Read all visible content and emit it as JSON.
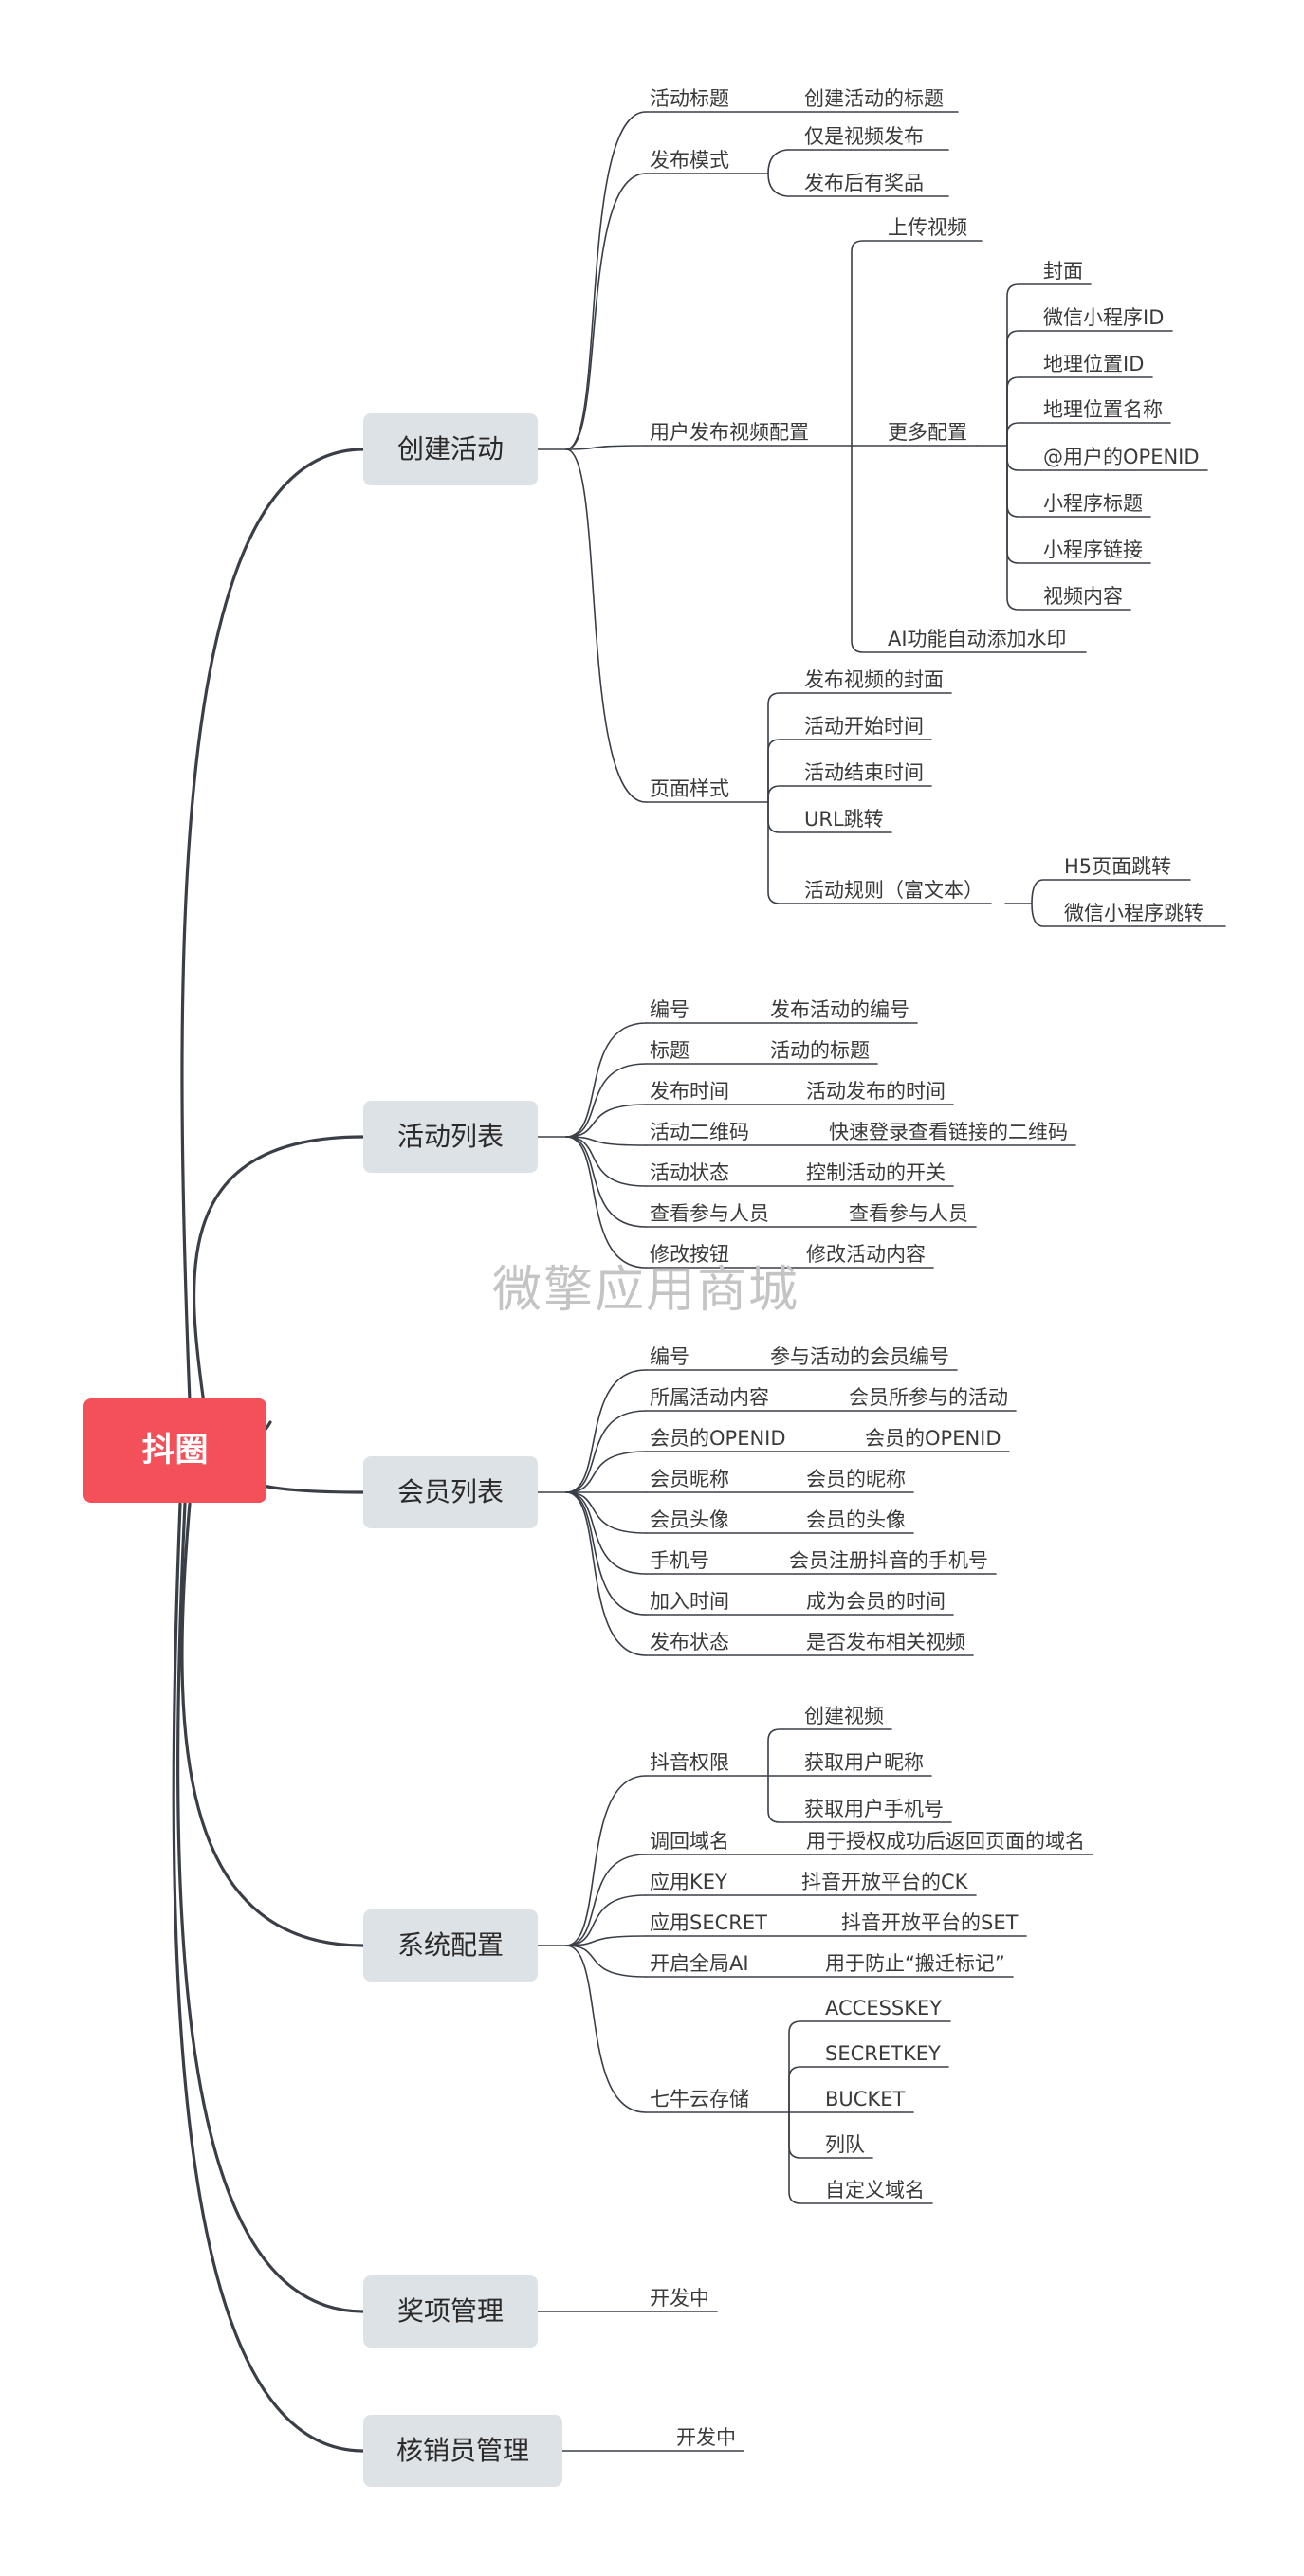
{
  "colors": {
    "root": "#f4505a",
    "branch_bg": "#dde2e6",
    "line": "#3a3f47",
    "watermark": "#c4c4c4"
  },
  "watermark": "微擎应用商城",
  "root": "抖圈",
  "branches": [
    {
      "label": "创建活动",
      "children": [
        {
          "label": "活动标题",
          "children": [
            {
              "label": "创建活动的标题"
            }
          ]
        },
        {
          "label": "发布模式",
          "children": [
            {
              "label": "仅是视频发布"
            },
            {
              "label": "发布后有奖品"
            }
          ]
        },
        {
          "label": "用户发布视频配置",
          "children": [
            {
              "label": "上传视频"
            },
            {
              "label": "更多配置",
              "children": [
                {
                  "label": "封面"
                },
                {
                  "label": "微信小程序ID"
                },
                {
                  "label": "地理位置ID"
                },
                {
                  "label": "地理位置名称"
                },
                {
                  "label": "@用户的OPENID"
                },
                {
                  "label": "小程序标题"
                },
                {
                  "label": "小程序链接"
                },
                {
                  "label": "视频内容"
                }
              ]
            },
            {
              "label": "AI功能自动添加水印"
            }
          ]
        },
        {
          "label": "页面样式",
          "children": [
            {
              "label": "发布视频的封面"
            },
            {
              "label": "活动开始时间"
            },
            {
              "label": "活动结束时间"
            },
            {
              "label": "URL跳转"
            },
            {
              "label": "活动规则（富文本）",
              "children": [
                {
                  "label": "H5页面跳转"
                },
                {
                  "label": "微信小程序跳转"
                }
              ]
            }
          ]
        }
      ]
    },
    {
      "label": "活动列表",
      "children": [
        {
          "label": "编号",
          "children": [
            {
              "label": "发布活动的编号"
            }
          ]
        },
        {
          "label": "标题",
          "children": [
            {
              "label": "活动的标题"
            }
          ]
        },
        {
          "label": "发布时间",
          "children": [
            {
              "label": "活动发布的时间"
            }
          ]
        },
        {
          "label": "活动二维码",
          "children": [
            {
              "label": "快速登录查看链接的二维码"
            }
          ]
        },
        {
          "label": "活动状态",
          "children": [
            {
              "label": "控制活动的开关"
            }
          ]
        },
        {
          "label": "查看参与人员",
          "children": [
            {
              "label": "查看参与人员"
            }
          ]
        },
        {
          "label": "修改按钮",
          "children": [
            {
              "label": "修改活动内容"
            }
          ]
        }
      ]
    },
    {
      "label": "会员列表",
      "children": [
        {
          "label": "编号",
          "children": [
            {
              "label": "参与活动的会员编号"
            }
          ]
        },
        {
          "label": "所属活动内容",
          "children": [
            {
              "label": "会员所参与的活动"
            }
          ]
        },
        {
          "label": "会员的OPENID",
          "children": [
            {
              "label": "会员的OPENID"
            }
          ]
        },
        {
          "label": "会员昵称",
          "children": [
            {
              "label": "会员的昵称"
            }
          ]
        },
        {
          "label": "会员头像",
          "children": [
            {
              "label": "会员的头像"
            }
          ]
        },
        {
          "label": "手机号",
          "children": [
            {
              "label": "会员注册抖音的手机号"
            }
          ]
        },
        {
          "label": "加入时间",
          "children": [
            {
              "label": "成为会员的时间"
            }
          ]
        },
        {
          "label": "发布状态",
          "children": [
            {
              "label": "是否发布相关视频"
            }
          ]
        }
      ]
    },
    {
      "label": "系统配置",
      "children": [
        {
          "label": "抖音权限",
          "children": [
            {
              "label": "创建视频"
            },
            {
              "label": "获取用户昵称"
            },
            {
              "label": "获取用户手机号"
            }
          ]
        },
        {
          "label": "调回域名",
          "children": [
            {
              "label": "用于授权成功后返回页面的域名"
            }
          ]
        },
        {
          "label": "应用KEY",
          "children": [
            {
              "label": "抖音开放平台的CK"
            }
          ]
        },
        {
          "label": "应用SECRET",
          "children": [
            {
              "label": "抖音开放平台的SET"
            }
          ]
        },
        {
          "label": "开启全局AI",
          "children": [
            {
              "label": "用于防止“搬迁标记”"
            }
          ]
        },
        {
          "label": "七牛云存储",
          "children": [
            {
              "label": "ACCESSKEY"
            },
            {
              "label": "SECRETKEY"
            },
            {
              "label": "BUCKET"
            },
            {
              "label": "列队"
            },
            {
              "label": "自定义域名"
            }
          ]
        }
      ]
    },
    {
      "label": "奖项管理",
      "children": [
        {
          "label": "开发中"
        }
      ]
    },
    {
      "label": "核销员管理",
      "children": [
        {
          "label": "开发中"
        }
      ]
    }
  ]
}
